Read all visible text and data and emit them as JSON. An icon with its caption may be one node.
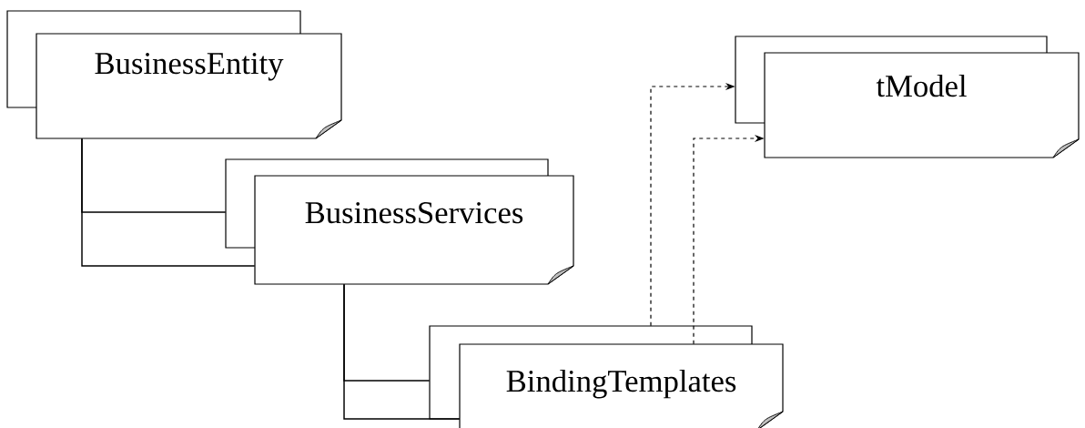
{
  "diagram": {
    "nodes": [
      {
        "text": [
          "BusinessEntity"
        ]
      },
      {
        "text": [
          "BusinessServices"
        ]
      },
      {
        "text": [
          "BindingTemplates"
        ]
      },
      {
        "text": [
          "tModel"
        ]
      }
    ],
    "edges": [
      {
        "from": 0,
        "to": 1,
        "arrow": "none"
      },
      {
        "from": 0,
        "to": 1,
        "arrow": "none"
      },
      {
        "from": 1,
        "to": 2,
        "arrow": "none"
      },
      {
        "from": 1,
        "to": 2,
        "arrow": "none"
      },
      {
        "from": 2,
        "to": 3,
        "arrow": "to",
        "style": "dashed"
      },
      {
        "from": 2,
        "to": 3,
        "arrow": "to",
        "style": "dashed"
      }
    ]
  }
}
